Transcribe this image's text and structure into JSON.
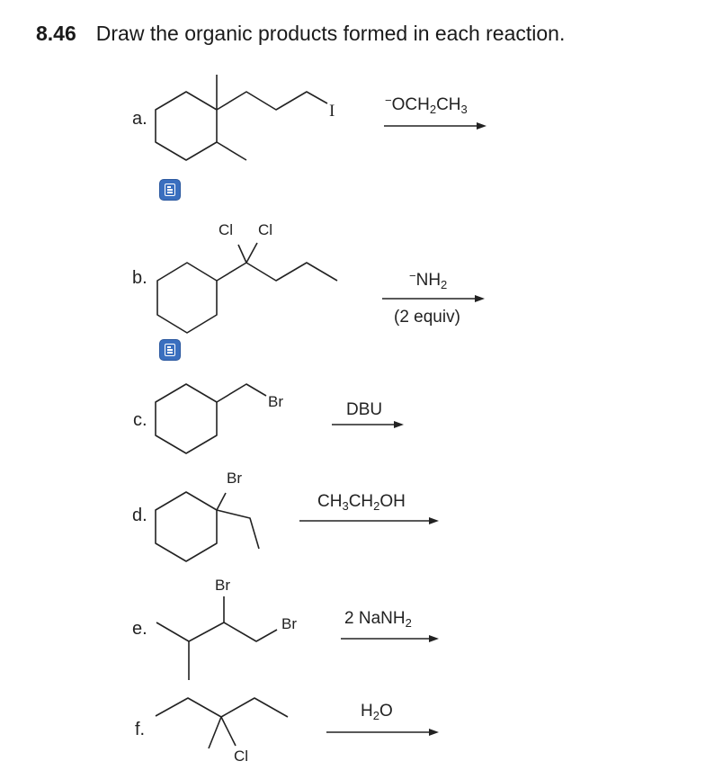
{
  "header": {
    "number": "8.46",
    "title": "Draw the organic products formed in each reaction."
  },
  "problems": [
    {
      "label": "a.",
      "atoms": [
        "I"
      ],
      "reagent_charge": "−",
      "reagent_parts": [
        "OCH",
        "2",
        "CH",
        "3"
      ],
      "below": "",
      "has_note_button": true
    },
    {
      "label": "b.",
      "atoms": [
        "Cl",
        "Cl"
      ],
      "reagent_charge": "−",
      "reagent_parts": [
        "NH",
        "2"
      ],
      "below": "(2 equiv)",
      "has_note_button": true
    },
    {
      "label": "c.",
      "atoms": [
        "Br"
      ],
      "reagent": "DBU"
    },
    {
      "label": "d.",
      "atoms": [
        "Br"
      ],
      "reagent_parts": [
        "CH",
        "3",
        "CH",
        "2",
        "OH"
      ]
    },
    {
      "label": "e.",
      "atoms": [
        "Br",
        "Br"
      ],
      "reagent_parts": [
        "2 NaNH",
        "2"
      ]
    },
    {
      "label": "f.",
      "atoms": [
        "Cl"
      ],
      "reagent_parts": [
        "H",
        "2",
        "O"
      ]
    }
  ],
  "icons": {
    "note": "note-document-icon",
    "arrow": "reaction-arrow-icon"
  },
  "colors": {
    "note_button": "#3a6fbf",
    "ink": "#222222"
  }
}
